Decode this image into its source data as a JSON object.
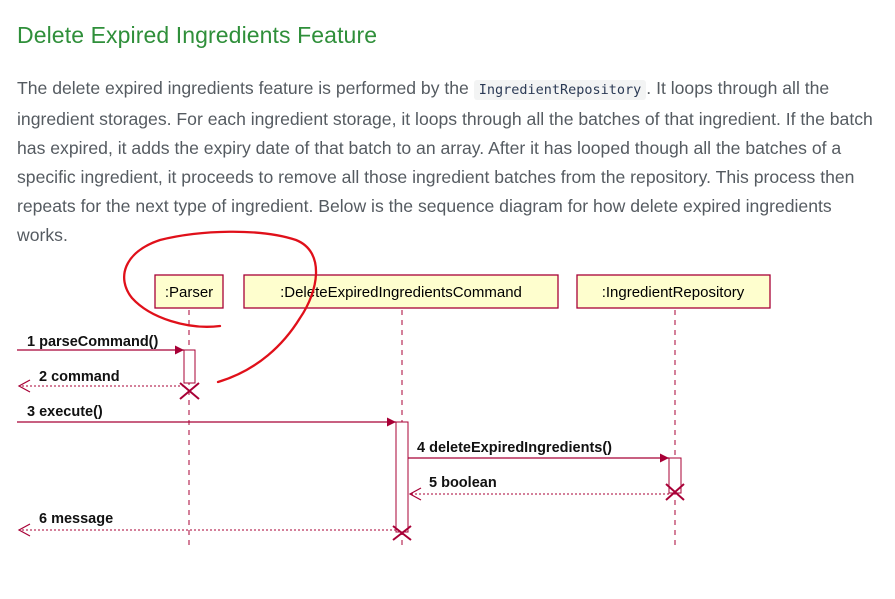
{
  "section": {
    "title": "Delete Expired Ingredients Feature",
    "paragraph": {
      "before_code": "The delete expired ingredients feature is performed by the ",
      "code": "IngredientRepository",
      "after_code": ". It loops through all the ingredient storages. For each ingredient storage, it loops through all the batches of that ingredient. If the batch has expired, it adds the expiry date of that batch to an array. After it has looped though all the batches of a specific ingredient, it proceeds to remove all those ingredient batches from the repository. This process then repeats for the next type of ingredient. Below is the sequence diagram for how delete expired ingredients works."
    }
  },
  "diagram": {
    "participants": [
      ":Parser",
      ":DeleteExpiredIngredientsCommand",
      ":IngredientRepository"
    ],
    "messages": [
      {
        "label": "1 parseCommand()",
        "kind": "call"
      },
      {
        "label": "2 command",
        "kind": "return"
      },
      {
        "label": "3 execute()",
        "kind": "call"
      },
      {
        "label": "4 deleteExpiredIngredients()",
        "kind": "call"
      },
      {
        "label": "5 boolean",
        "kind": "return"
      },
      {
        "label": "6 message",
        "kind": "return"
      }
    ],
    "colors": {
      "participant_fill": "#fefece",
      "participant_border": "#a80036",
      "arrow": "#a80036",
      "annotation": "#e0101a"
    }
  }
}
